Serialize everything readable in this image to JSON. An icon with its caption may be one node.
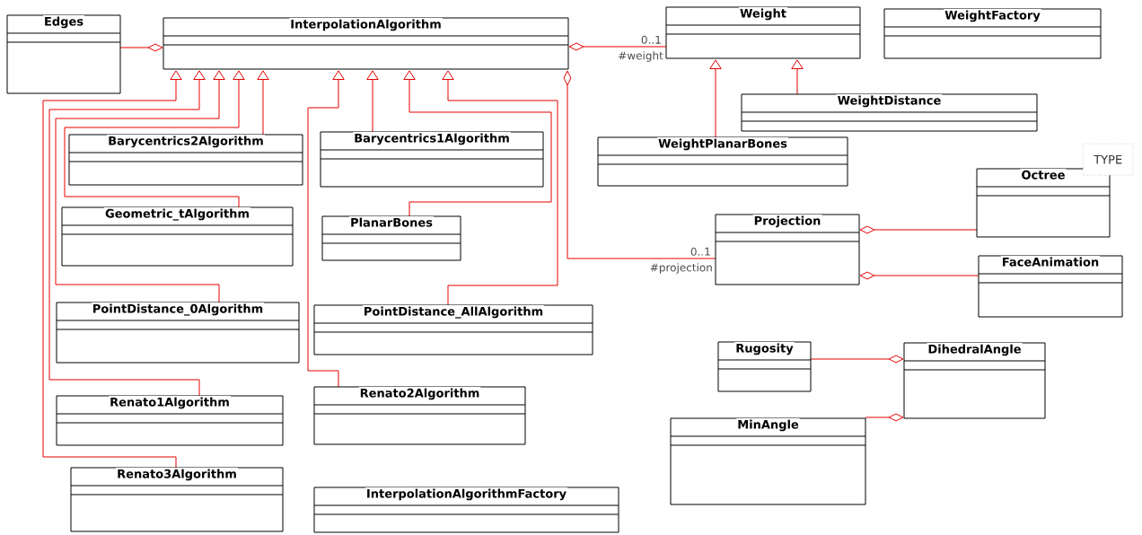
{
  "diagram": {
    "nodes": [
      {
        "text": [
          "Edges"
        ]
      },
      {
        "text": [
          "InterpolationAlgorithm"
        ]
      },
      {
        "text": [
          "Weight"
        ]
      },
      {
        "text": [
          "WeightFactory"
        ]
      },
      {
        "text": [
          "WeightDistance"
        ]
      },
      {
        "text": [
          "Barycentrics2Algorithm"
        ]
      },
      {
        "text": [
          "Barycentrics1Algorithm"
        ]
      },
      {
        "text": [
          "WeightPlanarBones"
        ]
      },
      {
        "text": [
          "Octree"
        ]
      },
      {
        "text": [
          "TYPE"
        ]
      },
      {
        "text": [
          "Geometric_tAlgorithm"
        ]
      },
      {
        "text": [
          "PlanarBones"
        ]
      },
      {
        "text": [
          "Projection"
        ]
      },
      {
        "text": [
          "FaceAnimation"
        ]
      },
      {
        "text": [
          "PointDistance_0Algorithm"
        ]
      },
      {
        "text": [
          "PointDistance_AllAlgorithm"
        ]
      },
      {
        "text": [
          "Rugosity"
        ]
      },
      {
        "text": [
          "DihedralAngle"
        ]
      },
      {
        "text": [
          "Renato1Algorithm"
        ]
      },
      {
        "text": [
          "Renato2Algorithm"
        ]
      },
      {
        "text": [
          "MinAngle"
        ]
      },
      {
        "text": [
          "Renato3Algorithm"
        ]
      },
      {
        "text": [
          "InterpolationAlgorithmFactory"
        ]
      }
    ],
    "edges": [
      {
        "from": 0,
        "to": 1,
        "arrow": "other"
      },
      {
        "from": 2,
        "to": 1,
        "arrow": "other",
        "label": "#weight"
      },
      {
        "from": 12,
        "to": 1,
        "arrow": "other",
        "label": "#projection"
      },
      {
        "from": 8,
        "to": 12,
        "arrow": "other"
      },
      {
        "from": 13,
        "to": 12,
        "arrow": "other"
      },
      {
        "from": 16,
        "to": 17,
        "arrow": "other"
      },
      {
        "from": 20,
        "to": 17,
        "arrow": "other"
      },
      {
        "from": 7,
        "to": 2,
        "arrow": "to"
      },
      {
        "from": 4,
        "to": 2,
        "arrow": "to"
      },
      {
        "from": 5,
        "to": 1,
        "arrow": "to"
      },
      {
        "from": 10,
        "to": 1,
        "arrow": "to"
      },
      {
        "from": 14,
        "to": 1,
        "arrow": "to"
      },
      {
        "from": 18,
        "to": 1,
        "arrow": "to"
      },
      {
        "from": 21,
        "to": 1,
        "arrow": "to"
      },
      {
        "from": 6,
        "to": 1,
        "arrow": "to"
      },
      {
        "from": 11,
        "to": 1,
        "arrow": "to"
      },
      {
        "from": 15,
        "to": 1,
        "arrow": "to"
      },
      {
        "from": 19,
        "to": 1,
        "arrow": "to"
      }
    ],
    "labels": [
      "0..1",
      "0..1"
    ]
  }
}
